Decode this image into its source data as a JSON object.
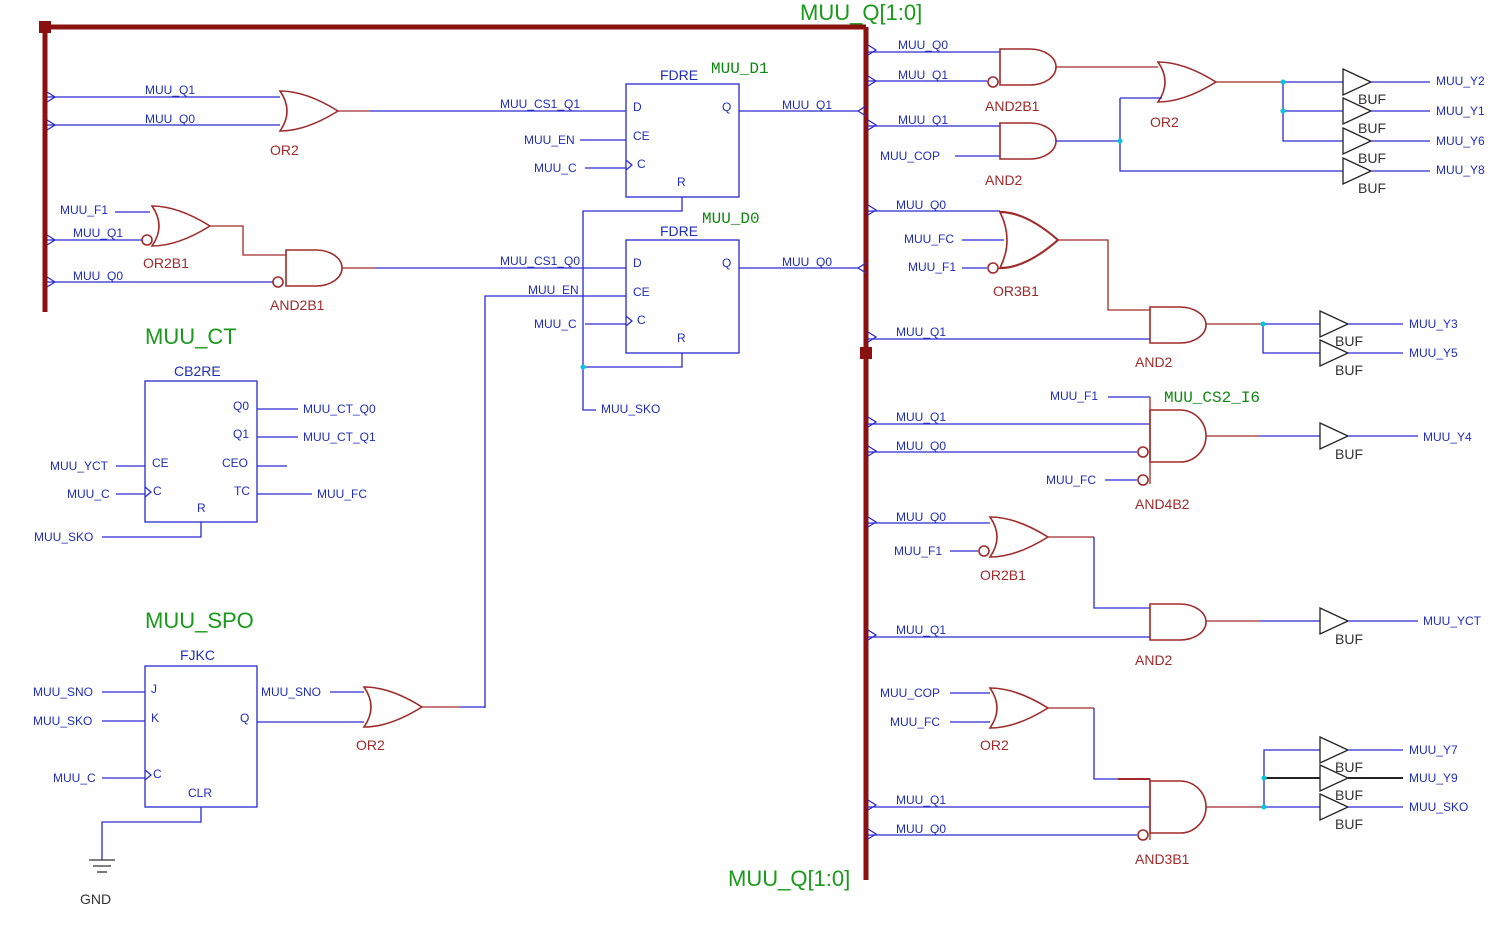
{
  "title": "",
  "colors": {
    "bus": "#8b1010",
    "wire": "#2a2ad0",
    "gate": "#a02a2a",
    "label_green": "#1a9a1a"
  },
  "bus": {
    "top_label": "MUU_Q[1:0]",
    "bottom_label": "MUU_Q[1:0]"
  },
  "instances": {
    "fdre1": "MUU_D1",
    "fdre0": "MUU_D0",
    "ct": "MUU_CT",
    "spo": "MUU_SPO",
    "cs2": "MUU_CS2_I6"
  },
  "cells": {
    "fdre": "FDRE",
    "cb2re": "CB2RE",
    "fjkc": "FJKC",
    "or2": "OR2",
    "or2b1": "OR2B1",
    "and2b1": "AND2B1",
    "and2": "AND2",
    "or3b1": "OR3B1",
    "and4b2": "AND4B2",
    "and3b1": "AND3B1",
    "buf": "BUF",
    "gnd": "GND"
  },
  "pins": {
    "D": "D",
    "Q": "Q",
    "CE": "CE",
    "C": "C",
    "R": "R",
    "Q0": "Q0",
    "Q1": "Q1",
    "CEO": "CEO",
    "TC": "TC",
    "J": "J",
    "K": "K",
    "CLR": "CLR"
  },
  "nets": {
    "q0": "MUU_Q0",
    "q1": "MUU_Q1",
    "f1": "MUU_F1",
    "fc": "MUU_FC",
    "cop": "MUU_COP",
    "cs1_q1": "MUU_CS1_Q1",
    "cs1_q0": "MUU_CS1_Q0",
    "en": "MUU_EN",
    "c": "MUU_C",
    "sko": "MUU_SKO",
    "yct": "MUU_YCT",
    "sno": "MUU_SNO",
    "ct_q0": "MUU_CT_Q0",
    "ct_q1": "MUU_CT_Q1"
  },
  "outputs": {
    "y2": "MUU_Y2",
    "y1": "MUU_Y1",
    "y6": "MUU_Y6",
    "y8": "MUU_Y8",
    "y3": "MUU_Y3",
    "y5": "MUU_Y5",
    "y4": "MUU_Y4",
    "yct": "MUU_YCT",
    "y7": "MUU_Y7",
    "y9": "MUU_Y9",
    "sko": "MUU_SKO"
  }
}
